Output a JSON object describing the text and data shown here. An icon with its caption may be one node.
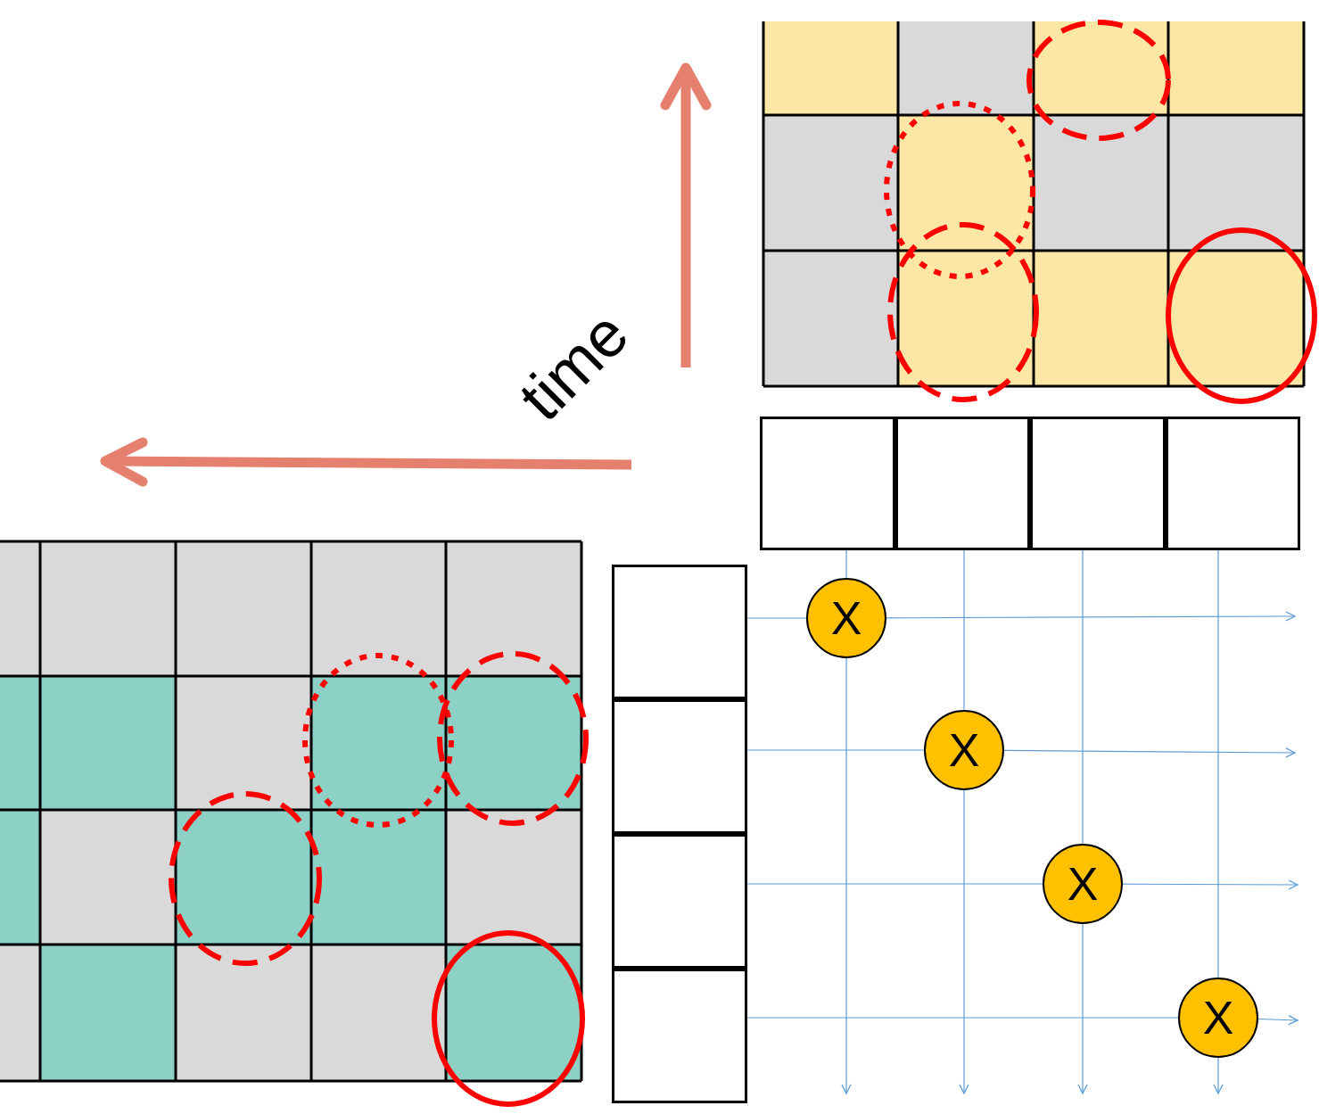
{
  "diagram": {
    "nodes": [
      {
        "text": [],
        "shape": "box"
      },
      {
        "text": [],
        "shape": "box"
      },
      {
        "text": [],
        "shape": "box"
      },
      {
        "text": [],
        "shape": "box"
      },
      {
        "text": [],
        "shape": "box"
      },
      {
        "text": [],
        "shape": "box"
      },
      {
        "text": [],
        "shape": "box"
      },
      {
        "text": [],
        "shape": "box"
      },
      {
        "text": [
          "X"
        ]
      },
      {
        "text": [
          "X"
        ]
      },
      {
        "text": [
          "X"
        ]
      },
      {
        "text": [
          "X"
        ]
      }
    ],
    "edges": [
      {
        "from": 4,
        "to": 8,
        "arrow": "none"
      },
      {
        "from": 5,
        "to": 9,
        "arrow": "none"
      },
      {
        "from": 6,
        "to": 10,
        "arrow": "none"
      },
      {
        "from": 7,
        "to": 11,
        "arrow": "none"
      },
      {
        "from": 0,
        "to": 8,
        "arrow": "none"
      },
      {
        "from": 1,
        "to": 9,
        "arrow": "none"
      },
      {
        "from": 2,
        "to": 10,
        "arrow": "none"
      },
      {
        "from": 3,
        "to": 11,
        "arrow": "none"
      },
      {
        "from": 8,
        "to": null,
        "arrow": "to"
      },
      {
        "from": 9,
        "to": null,
        "arrow": "to"
      },
      {
        "from": 10,
        "to": null,
        "arrow": "to"
      },
      {
        "from": 11,
        "to": null,
        "arrow": "to"
      },
      {
        "from": 8,
        "to": null,
        "arrow": "to"
      },
      {
        "from": 9,
        "to": null,
        "arrow": "to"
      },
      {
        "from": 10,
        "to": null,
        "arrow": "to"
      },
      {
        "from": 11,
        "to": null,
        "arrow": "to"
      }
    ],
    "labels": [
      "time"
    ]
  }
}
